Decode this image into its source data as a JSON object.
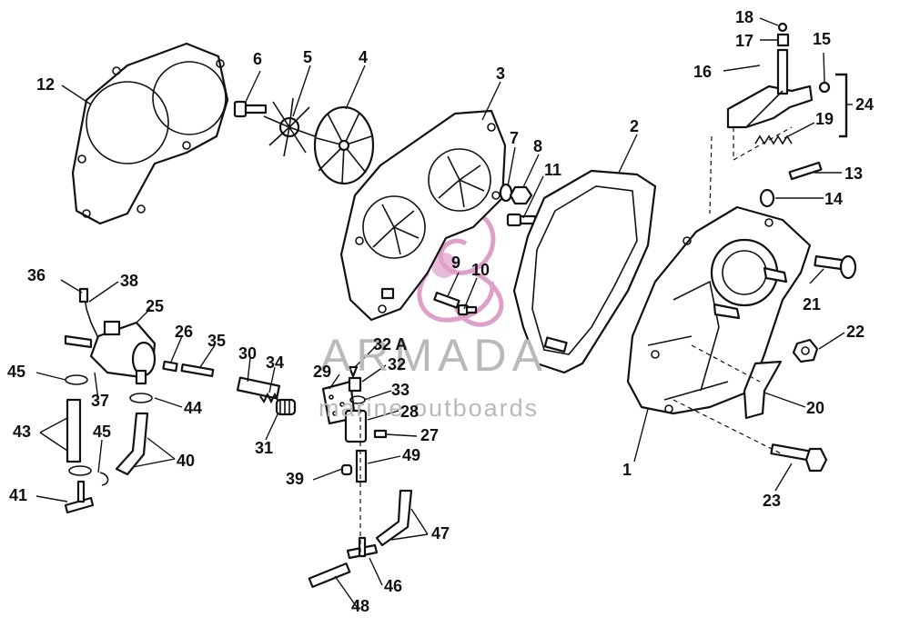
{
  "watermark": {
    "brand": "ARMADA",
    "tagline": "marine outboards",
    "logo_color": "#d98fc0",
    "text_color": "#b9b9b9"
  },
  "callouts": [
    {
      "id": "c1",
      "text": "1"
    },
    {
      "id": "c2",
      "text": "2"
    },
    {
      "id": "c3",
      "text": "3"
    },
    {
      "id": "c4",
      "text": "4"
    },
    {
      "id": "c5",
      "text": "5"
    },
    {
      "id": "c6",
      "text": "6"
    },
    {
      "id": "c7",
      "text": "7"
    },
    {
      "id": "c8",
      "text": "8"
    },
    {
      "id": "c9",
      "text": "9"
    },
    {
      "id": "c10",
      "text": "10"
    },
    {
      "id": "c11",
      "text": "11"
    },
    {
      "id": "c12",
      "text": "12"
    },
    {
      "id": "c13",
      "text": "13"
    },
    {
      "id": "c14",
      "text": "14"
    },
    {
      "id": "c15",
      "text": "15"
    },
    {
      "id": "c16",
      "text": "16"
    },
    {
      "id": "c17",
      "text": "17"
    },
    {
      "id": "c18",
      "text": "18"
    },
    {
      "id": "c19",
      "text": "19"
    },
    {
      "id": "c20",
      "text": "20"
    },
    {
      "id": "c21",
      "text": "21"
    },
    {
      "id": "c22",
      "text": "22"
    },
    {
      "id": "c23",
      "text": "23"
    },
    {
      "id": "c24",
      "text": "24"
    },
    {
      "id": "c25",
      "text": "25"
    },
    {
      "id": "c26",
      "text": "26"
    },
    {
      "id": "c27",
      "text": "27"
    },
    {
      "id": "c28",
      "text": "28"
    },
    {
      "id": "c29",
      "text": "29"
    },
    {
      "id": "c30",
      "text": "30"
    },
    {
      "id": "c31",
      "text": "31"
    },
    {
      "id": "c32",
      "text": "32"
    },
    {
      "id": "c32a",
      "text": "32 A"
    },
    {
      "id": "c33",
      "text": "33"
    },
    {
      "id": "c34",
      "text": "34"
    },
    {
      "id": "c35",
      "text": "35"
    },
    {
      "id": "c36",
      "text": "36"
    },
    {
      "id": "c37",
      "text": "37"
    },
    {
      "id": "c38",
      "text": "38"
    },
    {
      "id": "c39",
      "text": "39"
    },
    {
      "id": "c40",
      "text": "40"
    },
    {
      "id": "c41",
      "text": "41"
    },
    {
      "id": "c43",
      "text": "43"
    },
    {
      "id": "c44",
      "text": "44"
    },
    {
      "id": "c45a",
      "text": "45"
    },
    {
      "id": "c45b",
      "text": "45"
    },
    {
      "id": "c46",
      "text": "46"
    },
    {
      "id": "c47",
      "text": "47"
    },
    {
      "id": "c48",
      "text": "48"
    },
    {
      "id": "c49",
      "text": "49"
    }
  ]
}
